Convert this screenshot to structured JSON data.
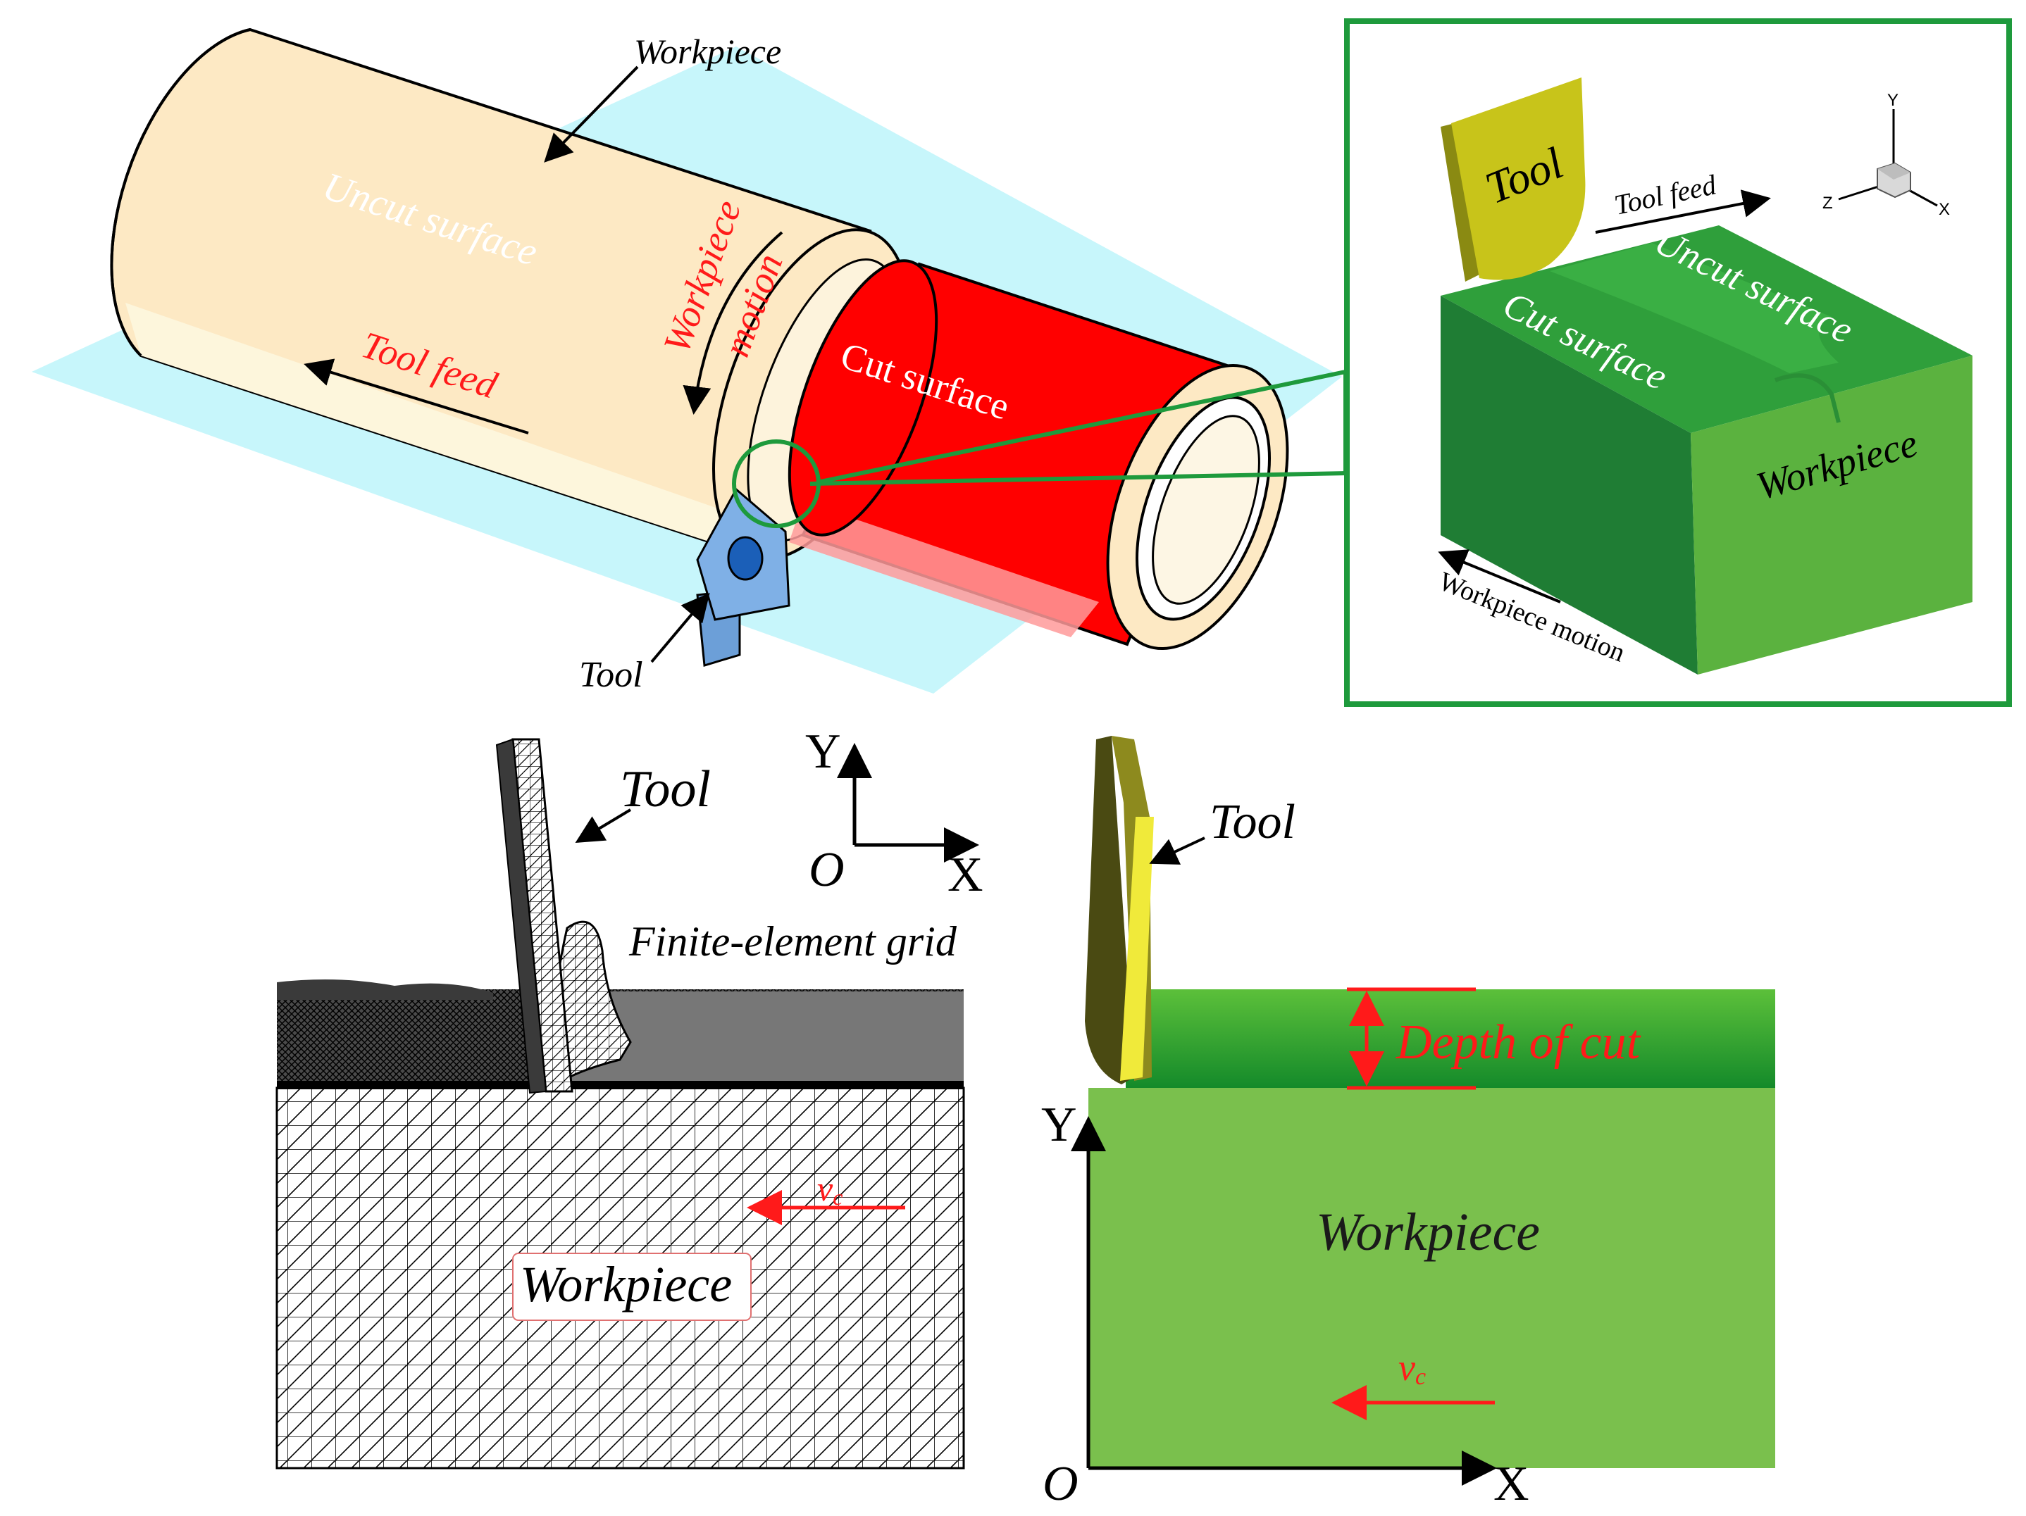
{
  "colors": {
    "workpiece_body": "#fde9c4",
    "cut_surface": "#ff0000",
    "plane": "#c7f6fb",
    "tool_blue": "#6c9fd8",
    "green_light": "#76bd45",
    "green_dark": "#1f7d34",
    "tool_yellow": "#c8c41a",
    "tool_bright": "#f0ea3a",
    "frame_green": "#1e9a3c",
    "red_label": "#ff1a1a"
  },
  "top_left": {
    "workpiece_label": "Workpiece",
    "uncut_label": "Uncut surface",
    "motion_label_1": "Workpiece",
    "motion_label_2": "motion",
    "tool_feed_label": "Tool feed",
    "cut_surface_label": "Cut surface",
    "tool_label": "Tool"
  },
  "inset": {
    "tool_label": "Tool",
    "tool_feed_label": "Tool feed",
    "uncut_label": "Uncut surface",
    "cut_label": "Cut surface",
    "workpiece_label": "Workpiece",
    "motion_label": "Workpiece motion",
    "axis_y": "Y",
    "axis_z": "Z",
    "axis_x": "X"
  },
  "mesh_panel": {
    "tool_label": "Tool",
    "axis_y": "Y",
    "axis_x": "X",
    "axis_o": "O",
    "grid_label": "Finite-element grid",
    "velocity_label": "v",
    "velocity_sub": "c",
    "workpiece_label": "Workpiece"
  },
  "green_panel": {
    "tool_label": "Tool",
    "depth_label": "Depth of cut",
    "axis_y": "Y",
    "axis_x": "X",
    "axis_o": "O",
    "workpiece_label": "Workpiece",
    "velocity_label": "v",
    "velocity_sub": "c"
  }
}
